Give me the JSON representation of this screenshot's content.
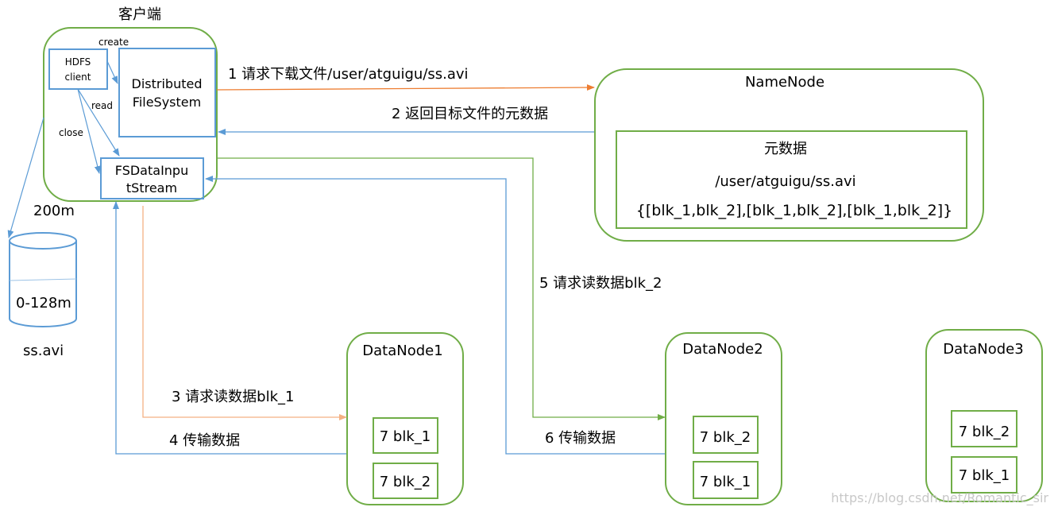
{
  "colors": {
    "green": "#70AD47",
    "blue": "#5B9BD5",
    "orange": "#ED7D31",
    "peach": "#F4B183",
    "lightblue": "#9DC3E6"
  },
  "client": {
    "title": "客户端",
    "hdfs_client": [
      "HDFS",
      "client"
    ],
    "distributed_fs": [
      "Distributed",
      "FileSystem"
    ],
    "fs_input_stream": [
      "FSDataInpu",
      "tStream"
    ],
    "label_create": "create",
    "label_read": "read",
    "label_close": "close"
  },
  "disk": {
    "size_label": "200m",
    "range_label": "0-128m",
    "file_label": "ss.avi"
  },
  "namenode": {
    "title": "NameNode",
    "meta_title": "元数据",
    "meta_path": "/user/atguigu/ss.avi",
    "meta_blocks": "{[blk_1,blk_2],[blk_1,blk_2],[blk_1,blk_2]}"
  },
  "steps": {
    "step1": "1 请求下载文件/user/atguigu/ss.avi",
    "step2": "2 返回目标文件的元数据",
    "step3": "3 请求读数据blk_1",
    "step4": "4 传输数据",
    "step5": "5 请求读数据blk_2",
    "step6": "6 传输数据"
  },
  "datanodes": [
    {
      "name": "DataNode1",
      "blocks": [
        "7 blk_1",
        "7 blk_2"
      ]
    },
    {
      "name": "DataNode2",
      "blocks": [
        "7 blk_2",
        "7 blk_1"
      ]
    },
    {
      "name": "DataNode3",
      "blocks": [
        "7 blk_2",
        "7 blk_1"
      ]
    }
  ],
  "watermark": "https://blog.csdn.net/Romantic_sir"
}
